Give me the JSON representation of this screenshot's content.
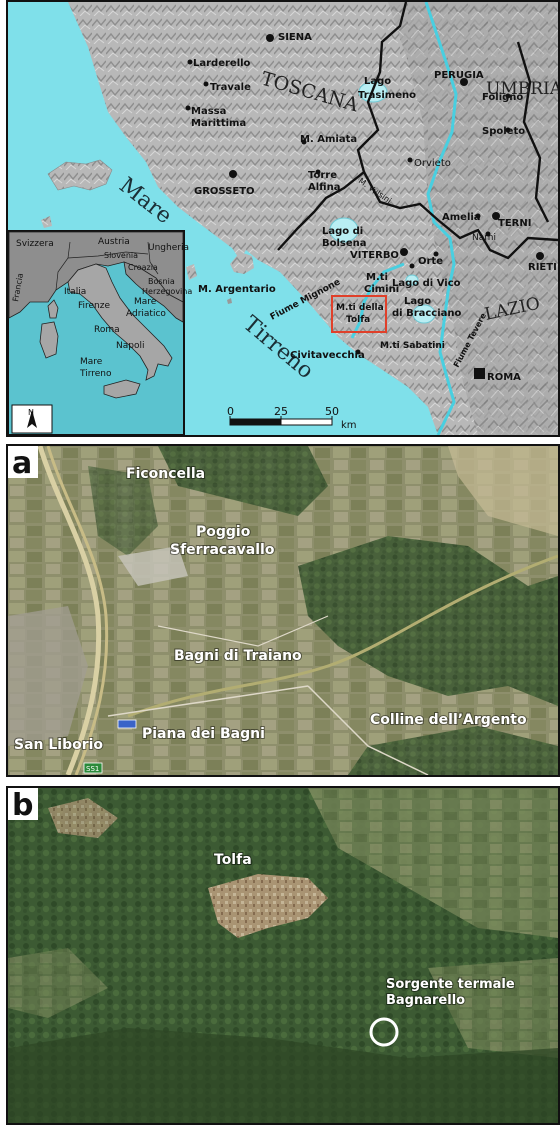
{
  "map": {
    "cities": {
      "siena": "SIENA",
      "larderello": "Larderello",
      "travale": "Travale",
      "massa": [
        "Massa",
        "Marittima"
      ],
      "amiata": "M. Amiata",
      "grosseto": "GROSSETO",
      "torre_alfina": [
        "Torre",
        "Alfina"
      ],
      "perugia": "PERUGIA",
      "lago_trasimeno": [
        "Lago",
        "Trasimeno"
      ],
      "foligno": "Foligno",
      "spoleto": "Spoleto",
      "orvieto": "Orvieto",
      "vulsini": "M. Vulsini",
      "amelia": "Amelia",
      "terni": "TERNI",
      "narni": "Narni",
      "rieti": "RIETI",
      "lago_bolsena": [
        "Lago di",
        "Bolsena"
      ],
      "viterbo": "VITERBO",
      "orte": "Orte",
      "cimini": [
        "M.ti",
        "Cimini"
      ],
      "lago_vico": "Lago di Vico",
      "argentario": "M. Argentario",
      "mignone": "Fiume Mignone",
      "tolfa": [
        "M.ti della",
        "Tolfa"
      ],
      "lago_bracciano": [
        "Lago",
        "di Bracciano"
      ],
      "civitavecchia": "Civitavecchia",
      "sabatini": "M.ti Sabatini",
      "tevere": "Fiume Tevere",
      "roma": "ROMA"
    },
    "regions": {
      "toscana": "TOSCANA",
      "umbria": "UMBRIA",
      "lazio": "LAZIO"
    },
    "sea": {
      "mare": "Mare",
      "tirreno": "Tirreno"
    },
    "scale": {
      "t0": "0",
      "t25": "25",
      "t50": "50",
      "unit": "km"
    },
    "inset": {
      "svizzera": "Svizzera",
      "austria": "Austria",
      "ungheria": "Ungheria",
      "slovenia": "Slovenia",
      "croazia": "Croazia",
      "bosnia": [
        "Bosnia",
        "Herzegovina"
      ],
      "francia": "Francia",
      "italia": "Italia",
      "firenze": "Firenze",
      "mare_adriatico": [
        "Mare",
        "Adriatico"
      ],
      "roma": "Roma",
      "napoli": "Napoli",
      "mare_tirreno": [
        "Mare",
        "Tirreno"
      ],
      "north": "N"
    },
    "colors": {
      "sea": "#7fe0ea",
      "land": "#b5b5b5",
      "river": "#49cfe0",
      "border": "#111111",
      "study_area": "#e0402a"
    }
  },
  "photo_a": {
    "letter": "a",
    "labels": {
      "ficoncella": "Ficoncella",
      "poggio": [
        "Poggio",
        "Sferracavallo"
      ],
      "bagni_traiano": "Bagni di Traiano",
      "colline": "Colline dell’Argento",
      "piana": "Piana dei Bagni",
      "san_liborio": "San Liborio"
    },
    "road_sign": "SS1"
  },
  "photo_b": {
    "letter": "b",
    "labels": {
      "tolfa": "Tolfa",
      "sorgente": [
        "Sorgente termale",
        "Bagnarello"
      ]
    }
  }
}
